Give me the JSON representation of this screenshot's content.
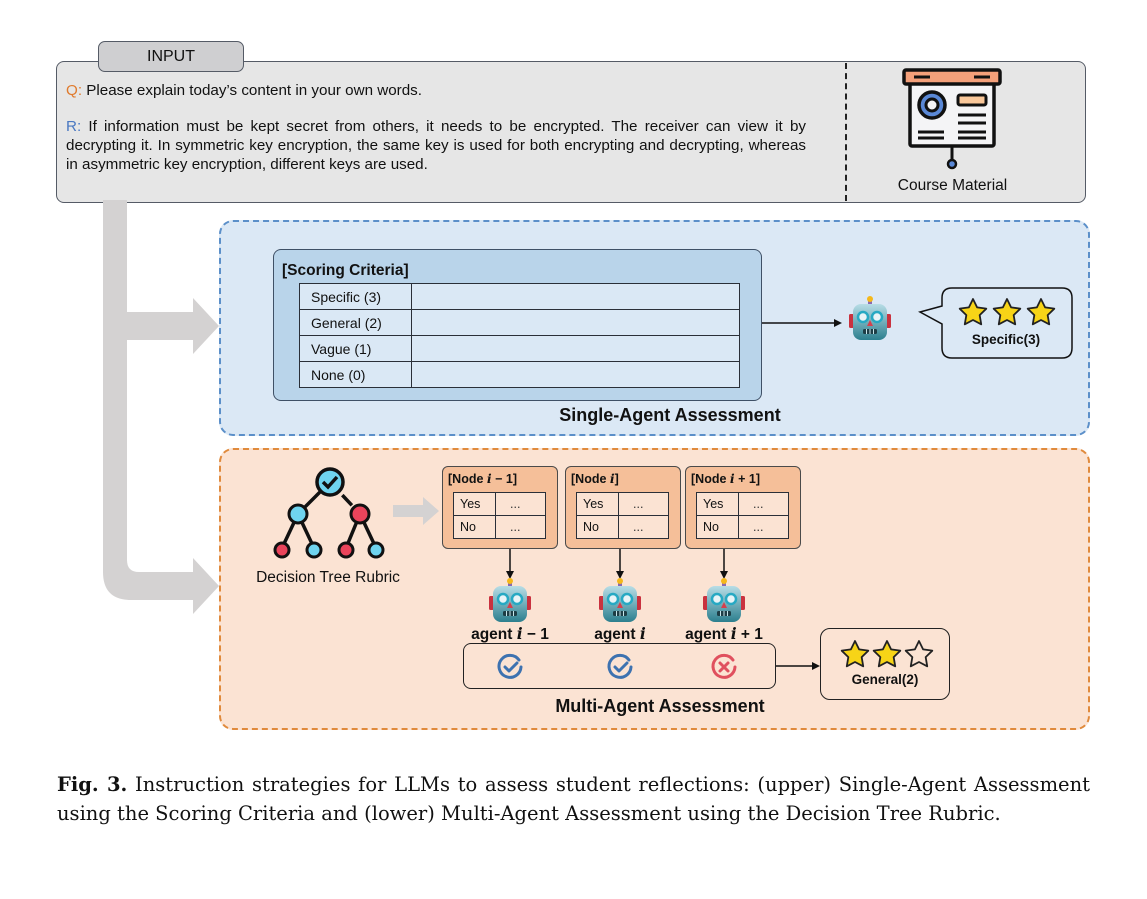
{
  "input": {
    "tab_label": "INPUT",
    "question_prefix": "Q:",
    "question": " Please explain today’s content in your own words.",
    "response_prefix": "R:",
    "response": " If information must be kept secret from others, it needs to be encrypted. The receiver can view it by decrypting it. In symmetric key encryption, the same key is used for both encrypting and decrypting, whereas in asymmetric key encryption, different keys are used.",
    "course_material_label": "Course Material",
    "course_material_icon": "presentation-board-icon"
  },
  "single_agent": {
    "title": "Single-Agent Assessment",
    "criteria_title": "[Scoring Criteria]",
    "criteria": [
      {
        "label": "Specific (3)",
        "value": ""
      },
      {
        "label": "General (2)",
        "value": ""
      },
      {
        "label": "Vague (1)",
        "value": ""
      },
      {
        "label": "None (0)",
        "value": ""
      }
    ],
    "agent_icon": "robot-icon",
    "result": {
      "label": "Specific(3)",
      "stars_filled": 3,
      "stars_total": 3
    }
  },
  "multi_agent": {
    "title": "Multi-Agent Assessment",
    "rubric_label": "Decision Tree Rubric",
    "rubric_icon": "decision-tree-icon",
    "nodes": [
      {
        "title_prefix": "[Node ",
        "var": "i",
        "suffix": " − 1]",
        "rows": [
          {
            "key": "Yes",
            "value": "..."
          },
          {
            "key": "No",
            "value": "..."
          }
        ]
      },
      {
        "title_prefix": "[Node ",
        "var": "i",
        "suffix": "]",
        "rows": [
          {
            "key": "Yes",
            "value": "..."
          },
          {
            "key": "No",
            "value": "..."
          }
        ]
      },
      {
        "title_prefix": "[Node ",
        "var": "i",
        "suffix": " + 1]",
        "rows": [
          {
            "key": "Yes",
            "value": "..."
          },
          {
            "key": "No",
            "value": "..."
          }
        ]
      }
    ],
    "agents": [
      {
        "prefix": "agent ",
        "var": "i",
        "suffix": " − 1",
        "verdict": "pass"
      },
      {
        "prefix": "agent ",
        "var": "i",
        "suffix": "",
        "verdict": "pass"
      },
      {
        "prefix": "agent ",
        "var": "i",
        "suffix": " + 1",
        "verdict": "fail"
      }
    ],
    "result": {
      "label": "General(2)",
      "stars_filled": 2,
      "stars_total": 3
    }
  },
  "caption": {
    "label": "Fig. 3.",
    "text": " Instruction strategies for LLMs to assess student reflections: (upper) Single-Agent Assessment using the Scoring Criteria and (lower) Multi-Agent Assessment using the Decision Tree Rubric."
  },
  "colors": {
    "question_accent": "#e07b2e",
    "response_accent": "#4a78c2",
    "single_panel_bg": "#dbe8f5",
    "single_panel_border": "#5b8fc9",
    "multi_panel_bg": "#fbe3d3",
    "multi_panel_border": "#e08a3c",
    "node_box_bg": "#f5bf99",
    "star_fill": "#f7d417",
    "check_color": "#3d72b0",
    "cross_color": "#e0505e"
  }
}
